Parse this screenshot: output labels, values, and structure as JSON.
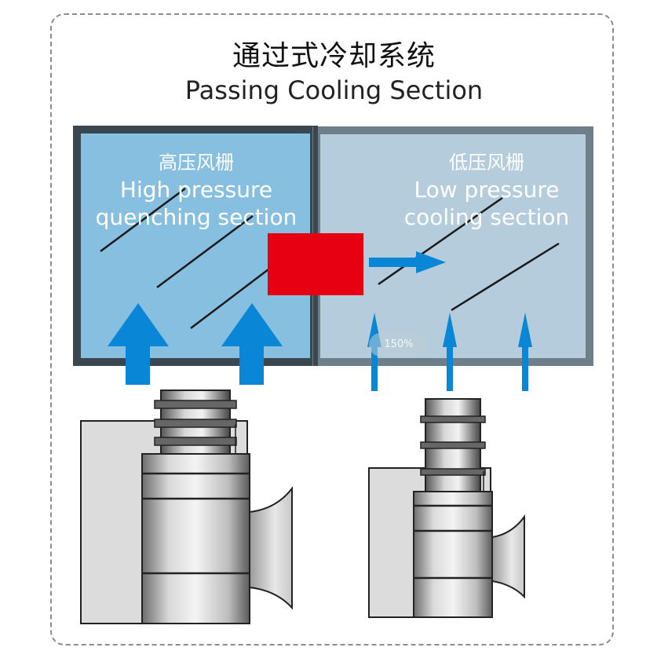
{
  "title": {
    "cn": "通过式冷却系统",
    "en": "Passing Cooling Section"
  },
  "sections": {
    "high": {
      "cn": "高压风栅",
      "en_line1": "High pressure",
      "en_line2": "quenching section"
    },
    "low": {
      "cn": "低压风栅",
      "en_line1": "Low pressure",
      "en_line2": "cooling section"
    }
  },
  "zoom_label": "150%",
  "colors": {
    "high_fill": "#87bfe0",
    "low_fill": "#b4ccdb",
    "high_border": "#3a4650",
    "low_border": "#6f7f8a",
    "arrow": "#0a86d6",
    "workpiece": "#e60012",
    "line": "#1a1a1a"
  }
}
